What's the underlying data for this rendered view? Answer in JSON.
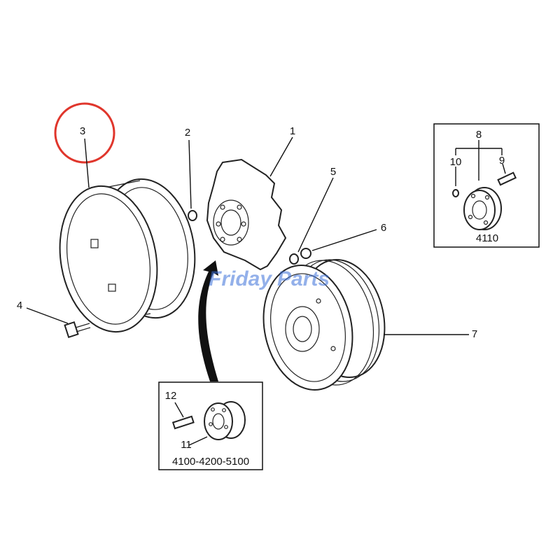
{
  "callouts": {
    "c1": "1",
    "c2": "2",
    "c3": "3",
    "c4": "4",
    "c5": "5",
    "c6": "6",
    "c7": "7",
    "c8": "8",
    "c9": "9",
    "c10": "10",
    "c11": "11",
    "c12": "12"
  },
  "inset_4110": {
    "caption": "4110"
  },
  "inset_4100": {
    "caption": "4100-4200-5100"
  },
  "watermark": {
    "part1": "Friday",
    "part2": "Parts",
    "color": "#3a6fd8"
  },
  "highlight_color": "#e0362c"
}
